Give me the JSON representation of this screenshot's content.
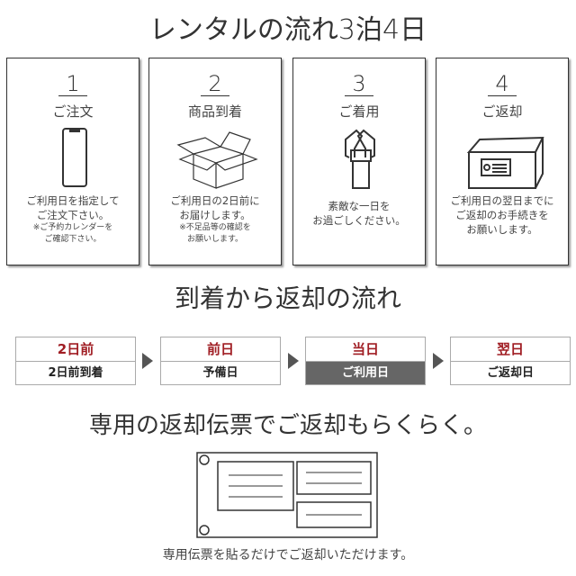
{
  "header": {
    "title": "レンタルの流れ3泊4日"
  },
  "cards": [
    {
      "num": "1",
      "title": "ご注文",
      "desc": [
        "ご利用日を指定して",
        "ご注文下さい。"
      ],
      "note": [
        "※ご予約カレンダーを",
        "ご確認下さい。"
      ],
      "icon": "smartphone-icon"
    },
    {
      "num": "2",
      "title": "商品到着",
      "desc": [
        "ご利用日の2日前に",
        "お届けします。"
      ],
      "note": [
        "※不足品等の確認を",
        "お願いします。"
      ],
      "icon": "open-box-icon"
    },
    {
      "num": "3",
      "title": "ご着用",
      "desc": [
        "素敵な一日を",
        "お過ごしください。"
      ],
      "note": [],
      "icon": "kimono-icon"
    },
    {
      "num": "4",
      "title": "ご返却",
      "desc": [
        "ご利用日の翌日までに",
        "ご返却のお手続きを",
        "お願いします。"
      ],
      "note": [],
      "icon": "return-box-icon"
    }
  ],
  "flow": {
    "title": "到着から返却の流れ",
    "steps": [
      {
        "top": "2日前",
        "bottom": "2日前到着"
      },
      {
        "top": "前日",
        "bottom": "予備日"
      },
      {
        "top": "当日",
        "bottom": "ご利用日"
      },
      {
        "top": "翌日",
        "bottom": "ご返却日"
      }
    ]
  },
  "slip": {
    "title": "専用の返却伝票でご返却もらくらく。",
    "caption": "専用伝票を貼るだけでご返却いただけます。"
  },
  "colors": {
    "accent": "#a01e24",
    "highlight": "#666666"
  }
}
